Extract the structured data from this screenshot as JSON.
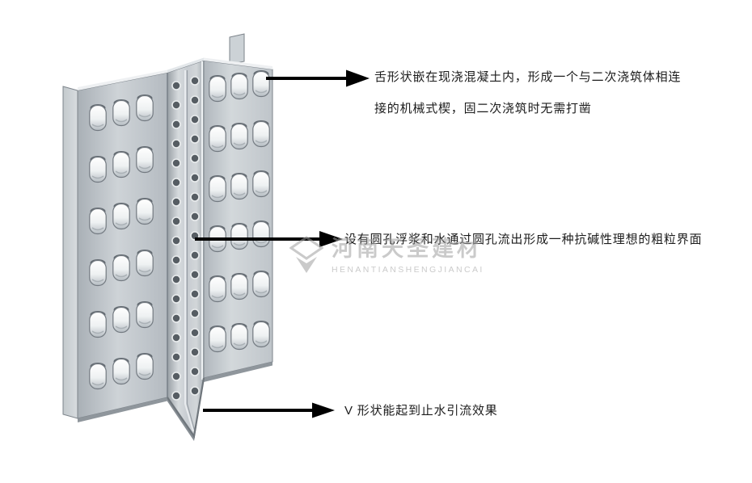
{
  "annotations": [
    {
      "id": "tongue-wedge",
      "lines": [
        "舌形状嵌在现浇混凝土内，形成一个与二次浇筑体相连",
        "接的机械式楔，固二次浇筑时无需打凿"
      ]
    },
    {
      "id": "drain-holes",
      "lines": [
        "设有圆孔浮浆和水通过圆孔流出形成一种抗碱性理想的粗粒界面"
      ]
    },
    {
      "id": "v-shape",
      "lines": [
        "V 形状能起到止水引流效果"
      ]
    }
  ],
  "watermark": {
    "cn": "河南天圣建材",
    "en": "HENANTIANSHENGJIANCAI"
  },
  "colors": {
    "arrow": "#000000",
    "text": "#1c1c1c",
    "watermark": "#9f9f9f",
    "panel_light": "#eef0f2",
    "panel_mid": "#c5cbd0",
    "panel_dark": "#8f969c",
    "tab_face": "#f5f7f8",
    "hole": "#565d63"
  }
}
